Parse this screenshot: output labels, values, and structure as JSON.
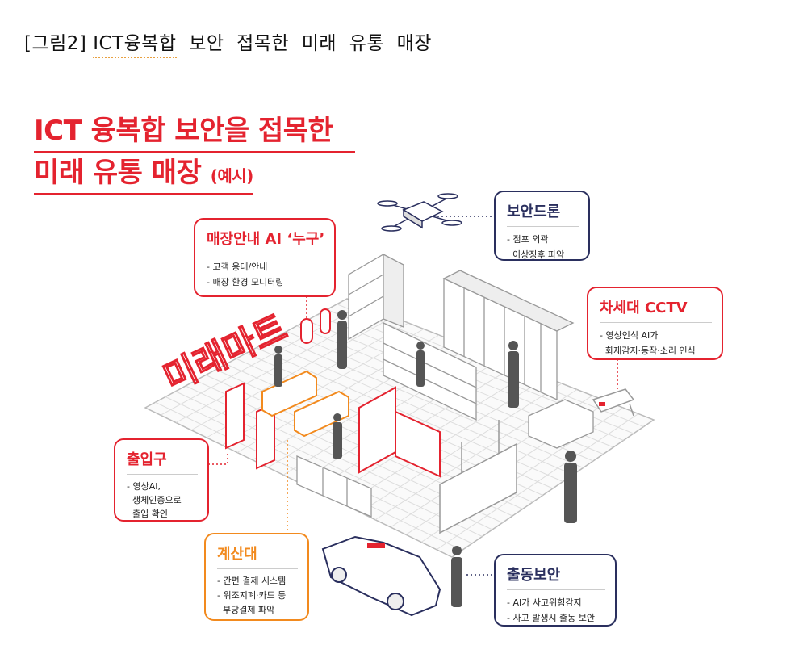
{
  "caption": {
    "prefix": "[그림2] ",
    "underlined": "ICT융복합",
    "rest": "  보안  접목한  미래  유통  매장"
  },
  "title": {
    "line1": "ICT 융복합 보안을 접목한",
    "line2": "미래 유통 매장 ",
    "line2_suffix": "(예시)"
  },
  "store_sign": "미래마트",
  "colors": {
    "red": "#e4232f",
    "navy": "#2a2f5e",
    "orange": "#f28a1e"
  },
  "callouts": {
    "drone": {
      "title": "보안드론",
      "body": "- 점포 외곽\n  이상징후 파악"
    },
    "guide_ai": {
      "title": "매장안내 AI ‘누구’",
      "body": "- 고객 응대/안내\n- 매장 환경 모니터링"
    },
    "cctv": {
      "title": "차세대 CCTV",
      "body": "- 영상인식 AI가\n  화재감지·동작·소리 인식"
    },
    "entrance": {
      "title": "출입구",
      "body": "- 영상AI,\n  생체인증으로\n  출입 확인"
    },
    "checkout": {
      "title": "계산대",
      "body": "- 간편 결제 시스템\n- 위조지폐·카드 등\n  부당결제 파악"
    },
    "dispatch": {
      "title": "출동보안",
      "body": "- AI가 사고위험감지\n- 사고 발생시 출동 보안"
    }
  }
}
